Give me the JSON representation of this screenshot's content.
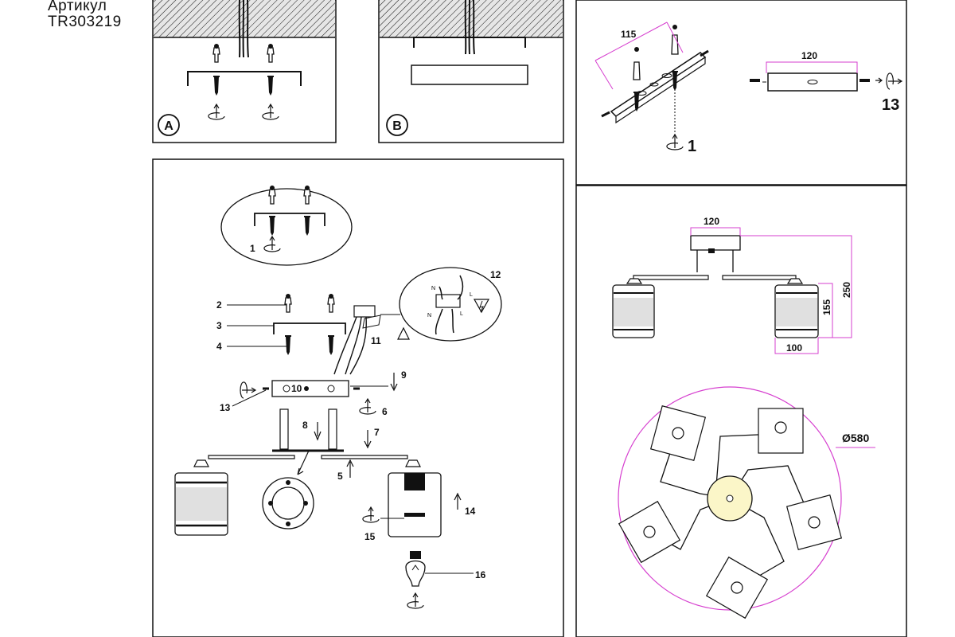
{
  "header": {
    "line1": "Артикул",
    "line2": "TR303219"
  },
  "panel_a": {
    "badge": "A"
  },
  "panel_b": {
    "badge": "B"
  },
  "bracket_panel": {
    "dim_length": "115",
    "dim_plate": "120",
    "step_screw": "1",
    "step_side": "13"
  },
  "main_callouts": [
    "1",
    "2",
    "3",
    "4",
    "5",
    "6",
    "7",
    "8",
    "9",
    "10",
    "11",
    "12",
    "13",
    "14",
    "15",
    "16"
  ],
  "wiring_labels": {
    "neutral": "N",
    "live": "L"
  },
  "dimensions": {
    "canopy_width": "120",
    "total_height": "250",
    "shade_height": "155",
    "shade_width": "100",
    "diameter": "Ø580"
  },
  "colors": {
    "line": "#111111",
    "dim_line": "#d63fcf",
    "hatch_fill": "#e6e6e6",
    "glass": "#e0e0e0",
    "highlight": "#fbf6c8"
  }
}
